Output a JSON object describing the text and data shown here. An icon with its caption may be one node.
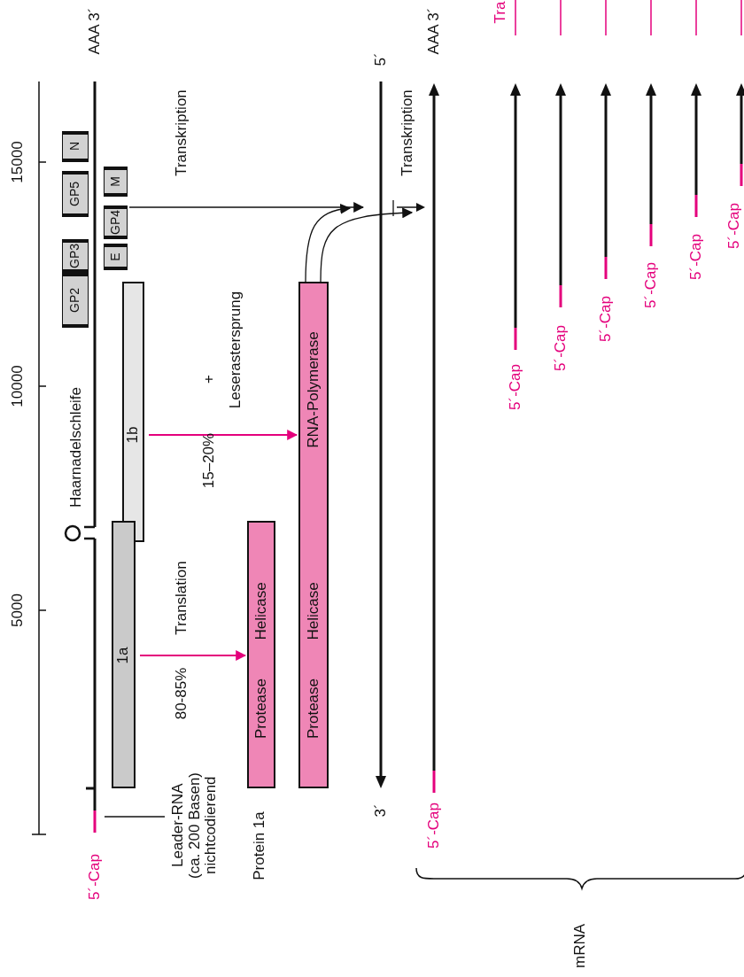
{
  "diagram": {
    "nodes": [
      {
        "text": [
          "GP2"
        ]
      },
      {
        "text": [
          "GP3"
        ]
      },
      {
        "text": [
          "GP5"
        ]
      },
      {
        "text": [
          "N"
        ]
      },
      {
        "text": [
          "E"
        ]
      },
      {
        "text": [
          "GP4"
        ]
      },
      {
        "text": [
          "M"
        ]
      },
      {
        "text": [
          "1a"
        ]
      },
      {
        "text": [
          "1b"
        ]
      },
      {
        "text": [
          "Protease",
          "Helicase"
        ],
        "beside": [
          "Protein 1a"
        ]
      },
      {
        "text": [
          "Protease",
          "Helicase",
          "RNA-Polymerase"
        ]
      },
      {
        "text": [
          "Leader-RNA (ca. 200 Basen) nichtcodierend"
        ]
      }
    ],
    "edges": [
      {
        "from": 7,
        "to": 9,
        "arrow": "to",
        "color": "#e4007c"
      },
      {
        "from": 8,
        "to": 10,
        "arrow": "to",
        "color": "#e4007c"
      },
      {
        "from": 10,
        "to": null,
        "arrow": "to",
        "color": "#111111"
      },
      {
        "from": 10,
        "to": null,
        "arrow": "to",
        "color": "#111111"
      },
      {
        "from": 5,
        "to": null,
        "arrow": "to",
        "color": "#111111"
      },
      {
        "from": 11,
        "to": null,
        "arrow": "none",
        "color": "#111111"
      }
    ],
    "labels": [
      "AAA 3´",
      "Transkription",
      "15000",
      "10000",
      "5000",
      "Haarnadelschleife",
      "+",
      "Leserastersprung",
      "15–20%",
      "Translation",
      "80-85%",
      "5´-Cap",
      "5´",
      "Transkription",
      "AAA 3´",
      "3´",
      "5´-Cap",
      "5´-Cap",
      "5´-Cap",
      "5´-Cap",
      "5´-Cap",
      "5´-Cap",
      "5´-Cap",
      "Tra",
      "mRNA"
    ]
  }
}
